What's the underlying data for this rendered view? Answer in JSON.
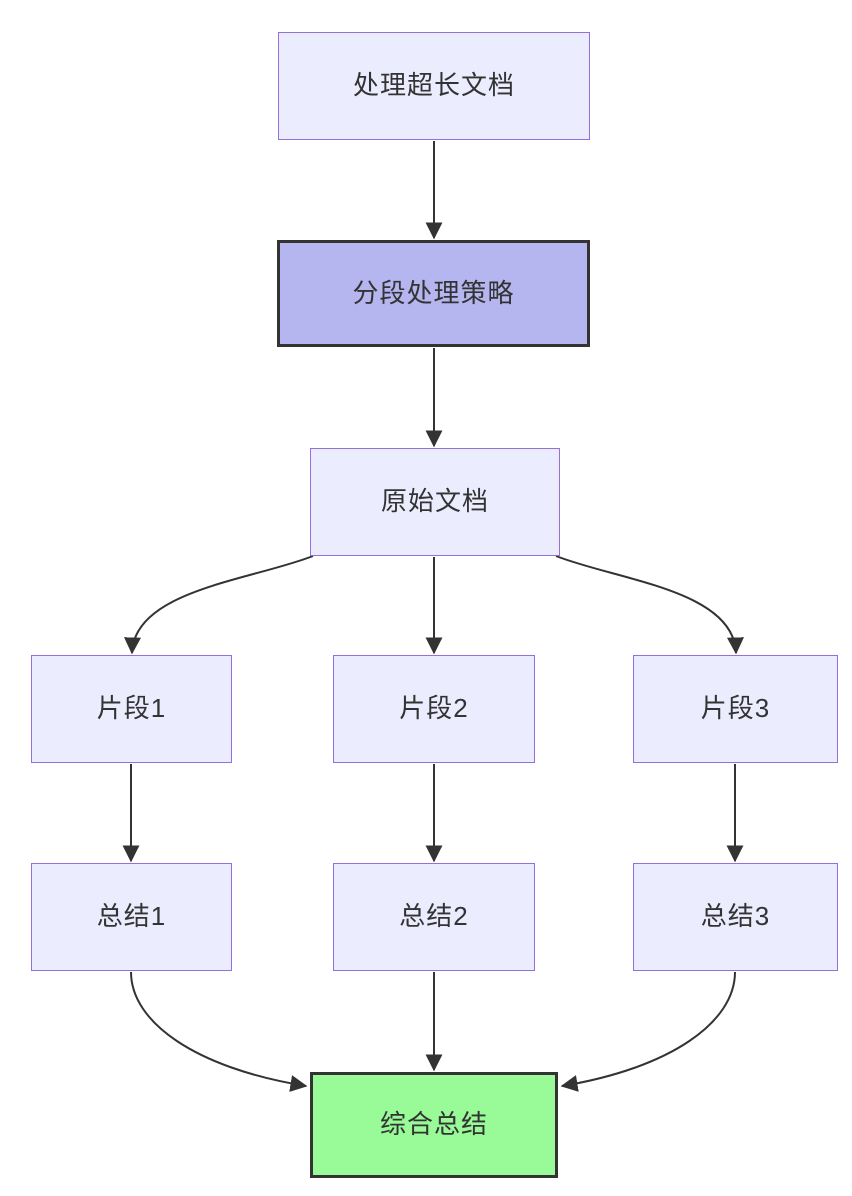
{
  "diagram": {
    "type": "flowchart",
    "direction": "top-down",
    "nodes": {
      "A": {
        "id": "A",
        "label": "处理超长文档",
        "style": "default"
      },
      "B": {
        "id": "B",
        "label": "分段处理策略",
        "style": "highlight-purple"
      },
      "C": {
        "id": "C",
        "label": "原始文档",
        "style": "default"
      },
      "D1": {
        "id": "D1",
        "label": "片段1",
        "style": "default"
      },
      "D2": {
        "id": "D2",
        "label": "片段2",
        "style": "default"
      },
      "D3": {
        "id": "D3",
        "label": "片段3",
        "style": "default"
      },
      "E1": {
        "id": "E1",
        "label": "总结1",
        "style": "default"
      },
      "E2": {
        "id": "E2",
        "label": "总结2",
        "style": "default"
      },
      "E3": {
        "id": "E3",
        "label": "总结3",
        "style": "default"
      },
      "F": {
        "id": "F",
        "label": "综合总结",
        "style": "highlight-green"
      }
    },
    "edges": [
      {
        "from": "A",
        "to": "B",
        "arrow": "normal"
      },
      {
        "from": "B",
        "to": "C",
        "arrow": "normal"
      },
      {
        "from": "C",
        "to": "D1",
        "arrow": "normal"
      },
      {
        "from": "C",
        "to": "D2",
        "arrow": "normal"
      },
      {
        "from": "C",
        "to": "D3",
        "arrow": "normal"
      },
      {
        "from": "D1",
        "to": "E1",
        "arrow": "normal"
      },
      {
        "from": "D2",
        "to": "E2",
        "arrow": "normal"
      },
      {
        "from": "D3",
        "to": "E3",
        "arrow": "normal"
      },
      {
        "from": "E1",
        "to": "F",
        "arrow": "normal"
      },
      {
        "from": "E2",
        "to": "F",
        "arrow": "normal"
      },
      {
        "from": "E3",
        "to": "F",
        "arrow": "normal"
      }
    ],
    "colors": {
      "background": "#FFFFFF",
      "node_fill": "#ECECFF",
      "node_border": "#9370DB",
      "strategy_fill": "#B5B5F0",
      "strategy_border": "#333333",
      "result_fill": "#98FB98",
      "result_border": "#333333",
      "edge": "#333333",
      "text": "#333333"
    }
  }
}
